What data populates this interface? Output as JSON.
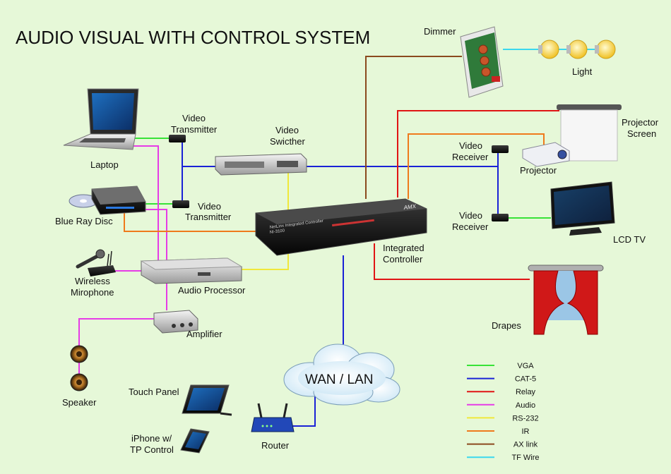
{
  "title": "AUDIO VISUAL WITH CONTROL SYSTEM",
  "devices": {
    "laptop": "Laptop",
    "bluray": "Blue Ray Disc",
    "microphone": [
      "Wireless",
      "Mirophone"
    ],
    "audio_processor": "Audio Processor",
    "amplifier": "Amplifier",
    "speaker": "Speaker",
    "touch_panel": "Touch Panel",
    "iphone": [
      "iPhone w/",
      "TP Control"
    ],
    "router": "Router",
    "wan": "WAN / LAN",
    "video_tx1": [
      "Video",
      "Transmitter"
    ],
    "video_tx2": [
      "Video",
      "Transmitter"
    ],
    "video_switcher": [
      "Video",
      "Swicther"
    ],
    "controller": [
      "Integrated",
      "Controller"
    ],
    "controller_face": "NetLinx Integrated Controller",
    "controller_model": "NI-3100",
    "controller_brand": "AMX",
    "dimmer": "Dimmer",
    "light": "Light",
    "projector_screen": [
      "Projector",
      "Screen"
    ],
    "video_rx1": [
      "Video",
      "Receiver"
    ],
    "projector": "Projector",
    "video_rx2": [
      "Video",
      "Receiver"
    ],
    "lcd_tv": "LCD TV",
    "drapes": "Drapes"
  },
  "legend": [
    {
      "label": "VGA",
      "color": "#37e237"
    },
    {
      "label": "CAT-5",
      "color": "#1a22d6"
    },
    {
      "label": "Relay",
      "color": "#e01414"
    },
    {
      "label": "Audio",
      "color": "#e63ce6"
    },
    {
      "label": "RS-232",
      "color": "#f0e83a"
    },
    {
      "label": "IR",
      "color": "#ef7a1c"
    },
    {
      "label": "AX link",
      "color": "#8b4a1e"
    },
    {
      "label": "TF Wire",
      "color": "#3ad8ee"
    }
  ]
}
